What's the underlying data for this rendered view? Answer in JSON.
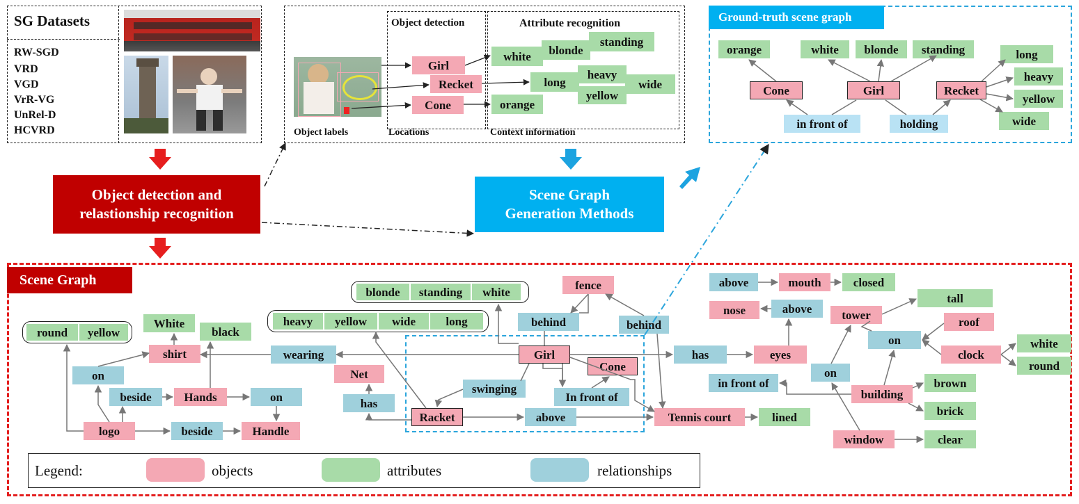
{
  "datasets": {
    "title": "SG Datasets",
    "items": [
      "RW-SGD",
      "VRD",
      "VGD",
      "VrR-VG",
      "UnRel-D",
      "HCVRD"
    ]
  },
  "pipeline": {
    "detection_banner": "Object detection and relastionship recognition",
    "methods_banner": "Scene Graph Generation  Methods",
    "object_detection_title": "Object detection",
    "attribute_recognition_title": "Attribute recognition",
    "object_labels": "Object labels",
    "locations": "Locations",
    "context_information": "Context information",
    "objects": [
      "Girl",
      "Recket",
      "Cone"
    ],
    "attributes": [
      "white",
      "blonde",
      "standing",
      "long",
      "heavy",
      "yellow",
      "wide",
      "orange"
    ]
  },
  "ground_truth": {
    "title": "Ground-truth scene graph",
    "objects": [
      "Cone",
      "Girl",
      "Recket"
    ],
    "relations": [
      "in front of",
      "holding"
    ],
    "attributes": [
      "orange",
      "white",
      "blonde",
      "standing",
      "long",
      "heavy",
      "yellow",
      "wide"
    ]
  },
  "scene_graph": {
    "title": "Scene Graph",
    "groups": {
      "girl_attrs": [
        "blonde",
        "standing",
        "white"
      ],
      "racket_attrs": [
        "heavy",
        "yellow",
        "wide",
        "long"
      ],
      "logo_attrs": [
        "round",
        "yellow"
      ]
    },
    "objects": [
      "Girl",
      "Cone",
      "Racket",
      "Tennis court",
      "fence",
      "Net",
      "logo",
      "Hands",
      "shirt",
      "Handle",
      "eyes",
      "nose",
      "mouth",
      "tower",
      "building",
      "window",
      "clock",
      "roof"
    ],
    "relations": [
      "behind",
      "behind",
      "wearing",
      "swinging",
      "In front of",
      "above",
      "has",
      "has",
      "on",
      "beside",
      "on",
      "beside",
      "above",
      "above",
      "in front of",
      "on",
      "on"
    ],
    "attributes": [
      "White",
      "black",
      "lined",
      "closed",
      "tall",
      "white",
      "round",
      "brown",
      "brick",
      "clear"
    ]
  },
  "legend": {
    "title": "Legend:",
    "objects": "objects",
    "attributes": "attributes",
    "relationships": "relationships"
  },
  "colors": {
    "object": "#f4a8b4",
    "attribute": "#a8dba8",
    "relationship": "#9fd0dc",
    "dataset_red": "#c00000",
    "method_blue": "#00b0f0",
    "dashed_red": "#e41e1e",
    "dashed_blue": "#2ba5dc"
  }
}
